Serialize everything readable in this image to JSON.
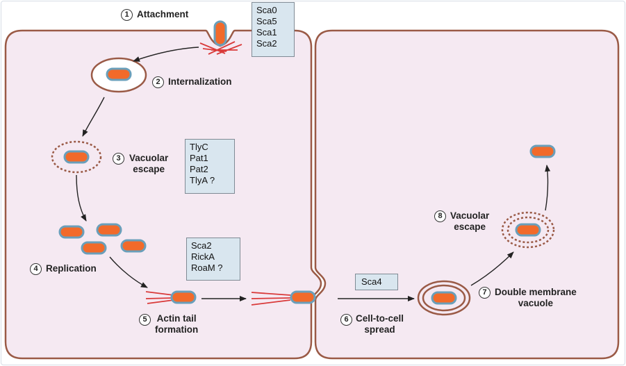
{
  "steps": {
    "s1": {
      "num": "1",
      "label": "Attachment"
    },
    "s2": {
      "num": "2",
      "label": "Internalization"
    },
    "s3": {
      "num": "3",
      "line1": "Vacuolar",
      "line2": "escape"
    },
    "s4": {
      "num": "4",
      "label": "Replication"
    },
    "s5": {
      "num": "5",
      "line1": "Actin tail",
      "line2": "formation"
    },
    "s6": {
      "num": "6",
      "line1": "Cell-to-cell",
      "line2": "spread"
    },
    "s7": {
      "num": "7",
      "line1": "Double membrane",
      "line2": "vacuole"
    },
    "s8": {
      "num": "8",
      "line1": "Vacuolar",
      "line2": "escape"
    }
  },
  "protein_boxes": {
    "attachment": [
      "Sca0",
      "Sca5",
      "Sca1",
      "Sca2"
    ],
    "vacuolar_escape": [
      "TlyC",
      "Pat1",
      "Pat2",
      "TlyA ?"
    ],
    "actin_tail": [
      "Sca2",
      "RickA",
      "RoaM ?"
    ],
    "spread": [
      "Sca4"
    ]
  },
  "colors": {
    "cell_fill": "#f5e9f2",
    "membrane": "#9a5a46",
    "bacterium_fill": "#f26a2a",
    "bacterium_outline": "#6a9fba",
    "actin": "#d93a3a",
    "box_fill": "#d9e6ef"
  }
}
